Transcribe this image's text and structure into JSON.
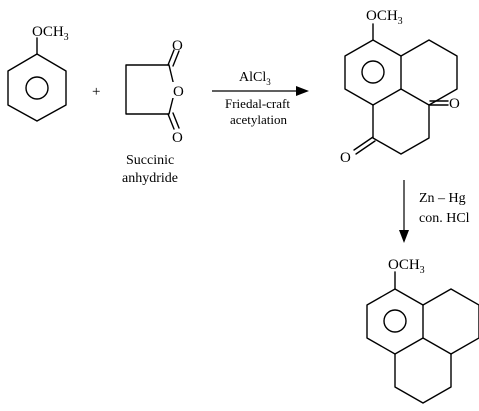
{
  "molecules": {
    "anisole": {
      "substituent": "OCH",
      "substituent_sub": "3"
    },
    "plus": "+",
    "succinic_anhydride": {
      "atoms": {
        "carbonyl_top": "O",
        "ring_oxygen": "O",
        "carbonyl_bottom": "O"
      },
      "name_line1": "Succinic",
      "name_line2": "anhydride"
    },
    "intermediate": {
      "substituent": "OCH",
      "substituent_sub": "3",
      "ketone_right": "O",
      "ketone_left": "O"
    },
    "product": {
      "substituent": "OCH",
      "substituent_sub": "3"
    }
  },
  "step1": {
    "reagent": "AlCl",
    "reagent_sub": "3",
    "condition_line1": "Friedal-craft",
    "condition_line2": "acetylation"
  },
  "step2": {
    "reagent_line1": "Zn – Hg",
    "reagent_line2": "con. HCl"
  }
}
